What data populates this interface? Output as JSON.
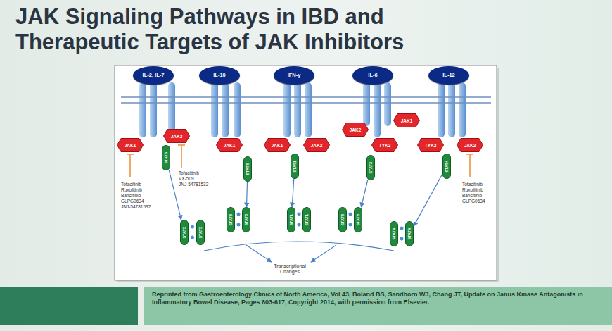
{
  "diagram": {
    "title": "JAK Signaling Pathways in IBD and Therapeutic Targets of JAK Inhibitors",
    "caption": "Reprinted from Gastroenterology Clinics of North America, Vol 43, Boland BS, Sandborn WJ, Chang JT, Update on Janus Kinase Antagonists in Inflammatory Bowel Disease, Pages 603-617, Copyright 2014, with permission from Elsevier.",
    "nodes": [
      {
        "text": [
          "IL-2, IL-7"
        ]
      },
      {
        "text": [
          "IL-10"
        ]
      },
      {
        "text": [
          "IFN-γ"
        ]
      },
      {
        "text": [
          "IL-6"
        ]
      },
      {
        "text": [
          "IL-12"
        ]
      },
      {
        "text": [
          "JAK1"
        ]
      },
      {
        "text": [
          "JAK3"
        ]
      },
      {
        "text": [
          "JAK1"
        ]
      },
      {
        "text": [
          "JAK1"
        ]
      },
      {
        "text": [
          "JAK2"
        ]
      },
      {
        "text": [
          "JAK2"
        ]
      },
      {
        "text": [
          "TYK2"
        ]
      },
      {
        "text": [
          "JAK1"
        ]
      },
      {
        "text": [
          "TYK2"
        ]
      },
      {
        "text": [
          "JAK2"
        ]
      },
      {
        "text": [
          "STAT5"
        ]
      },
      {
        "text": [
          "STAT3"
        ]
      },
      {
        "text": [
          "STAT1"
        ]
      },
      {
        "text": [
          "STAT3"
        ]
      },
      {
        "text": [
          "STAT4"
        ]
      },
      {
        "text": [
          "STAT5"
        ]
      },
      {
        "text": [
          "STAT5"
        ]
      },
      {
        "text": [
          "STAT3"
        ]
      },
      {
        "text": [
          "STAT3"
        ]
      },
      {
        "text": [
          "STAT1"
        ]
      },
      {
        "text": [
          "STAT1"
        ]
      },
      {
        "text": [
          "STAT3"
        ]
      },
      {
        "text": [
          "STAT3"
        ]
      },
      {
        "text": [
          "STAT4"
        ]
      },
      {
        "text": [
          "STAT4"
        ]
      }
    ],
    "edges": [
      {
        "from": 15,
        "to": 20,
        "arrow": "to"
      },
      {
        "from": 16,
        "to": 23,
        "arrow": "to"
      },
      {
        "from": 17,
        "to": 24,
        "arrow": "to"
      },
      {
        "from": 18,
        "to": 27,
        "arrow": "to"
      },
      {
        "from": 19,
        "to": 29,
        "arrow": "to"
      }
    ],
    "labels": [
      "Tofacitinib",
      "Ruxolitinib",
      "Baricitinib",
      "GLPG0634",
      "JNJ-54781532",
      "Tofacitinib",
      "VX-509",
      "JNJ-54781532",
      "Tofacitinib",
      "Ruxolitinib",
      "Baricitinib",
      "GLPG0634",
      "Transcriptional Changes"
    ]
  }
}
